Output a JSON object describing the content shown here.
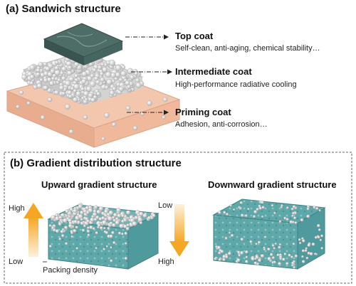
{
  "panel_a": {
    "title": "(a) Sandwich structure",
    "layers": [
      {
        "name": "Top coat",
        "desc": "Self-clean, anti-aging, chemical stability…"
      },
      {
        "name": "Intermediate coat",
        "desc": "High-performance radiative cooling"
      },
      {
        "name": "Priming coat",
        "desc": "Adhesion, anti-corrosion…"
      }
    ]
  },
  "panel_b": {
    "title": "(b) Gradient distribution structure",
    "upward": {
      "title": "Upward gradient structure",
      "high": "High",
      "low": "Low",
      "axis": "Packing density"
    },
    "downward": {
      "title": "Downward gradient structure",
      "low": "Low",
      "high": "High"
    }
  },
  "colors": {
    "top_coat": "#3f5e58",
    "intermediate": "#d9d9d9",
    "priming": "#f1bea4",
    "teal": "#5fa8aa",
    "arrow_orange": "#f5a623"
  }
}
